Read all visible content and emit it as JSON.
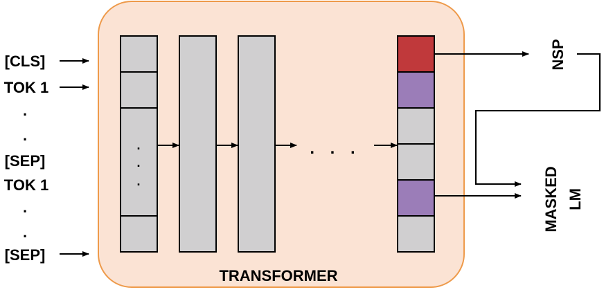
{
  "inputs": {
    "cls": "[CLS]",
    "tok1_a": "TOK 1",
    "dot1": ".",
    "dot2": ".",
    "sep1": "[SEP]",
    "tok1_b": "TOK 1",
    "dot3": ".",
    "dot4": ".",
    "sep2": "[SEP]"
  },
  "transformer": {
    "label": "TRANSFORMER",
    "inner_dots": ". . .",
    "ellipsis": ". . ."
  },
  "outputs": {
    "nsp": "NSP",
    "masked": "MASKED",
    "lm": "LM"
  },
  "colors": {
    "transformer_bg": "#fbe3d4",
    "transformer_border": "#ee9a4a",
    "layer_fill": "#d0cfd0",
    "cls_output": "#c0393b",
    "masked_output": "#9b7db8"
  }
}
